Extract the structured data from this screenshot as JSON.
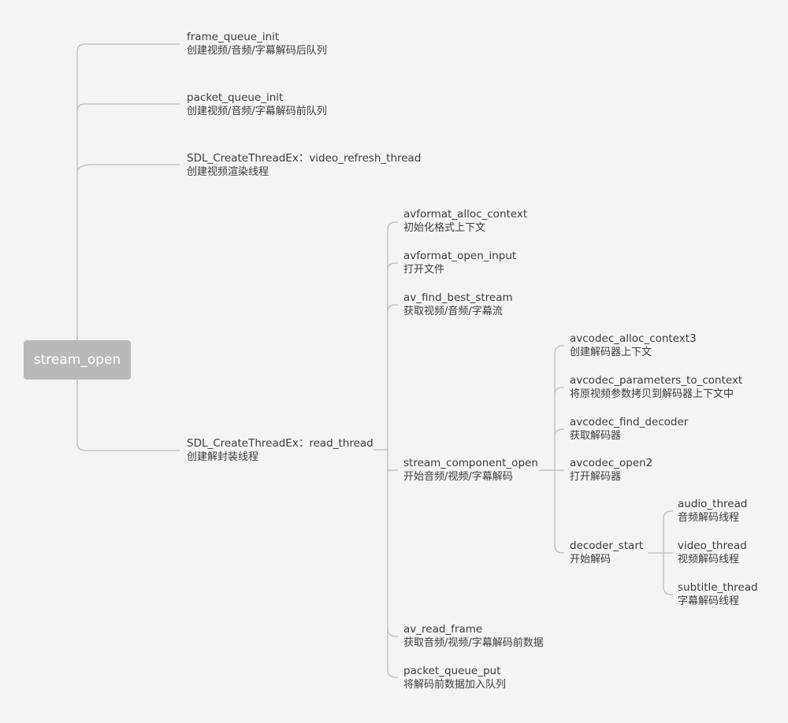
{
  "root": {
    "label": "stream_open"
  },
  "nodes": {
    "frame_queue_init": {
      "fn": "frame_queue_init",
      "desc": "创建视频/音频/字幕解码后队列"
    },
    "packet_queue_init": {
      "fn": "packet_queue_init",
      "desc": "创建视频/音频/字幕解码前队列"
    },
    "video_refresh_thread": {
      "fn": "SDL_CreateThreadEx：video_refresh_thread",
      "desc": "创建视频渲染线程"
    },
    "read_thread": {
      "fn": "SDL_CreateThreadEx：read_thread",
      "desc": "创建解封装线程"
    },
    "avformat_alloc_context": {
      "fn": "avformat_alloc_context",
      "desc": "初始化格式上下文"
    },
    "avformat_open_input": {
      "fn": "avformat_open_input",
      "desc": "打开文件"
    },
    "av_find_best_stream": {
      "fn": "av_find_best_stream",
      "desc": "获取视频/音频/字幕流"
    },
    "stream_component_open": {
      "fn": "stream_component_open",
      "desc": "开始音频/视频/字幕解码"
    },
    "av_read_frame": {
      "fn": "av_read_frame",
      "desc": "获取音频/视频/字幕解码前数据"
    },
    "packet_queue_put": {
      "fn": "packet_queue_put",
      "desc": "将解码前数据加入队列"
    },
    "avcodec_alloc_context3": {
      "fn": "avcodec_alloc_context3",
      "desc": "创建解码器上下文"
    },
    "avcodec_parameters_to_context": {
      "fn": "avcodec_parameters_to_context",
      "desc": "将原视频参数拷贝到解码器上下文中"
    },
    "avcodec_find_decoder": {
      "fn": "avcodec_find_decoder",
      "desc": "获取解码器"
    },
    "avcodec_open2": {
      "fn": "avcodec_open2",
      "desc": "打开解码器"
    },
    "decoder_start": {
      "fn": "decoder_start",
      "desc": "开始解码"
    },
    "audio_thread": {
      "fn": "audio_thread",
      "desc": "音频解码线程"
    },
    "video_thread": {
      "fn": "video_thread",
      "desc": "视频解码线程"
    },
    "subtitle_thread": {
      "fn": "subtitle_thread",
      "desc": "字幕解码线程"
    }
  }
}
